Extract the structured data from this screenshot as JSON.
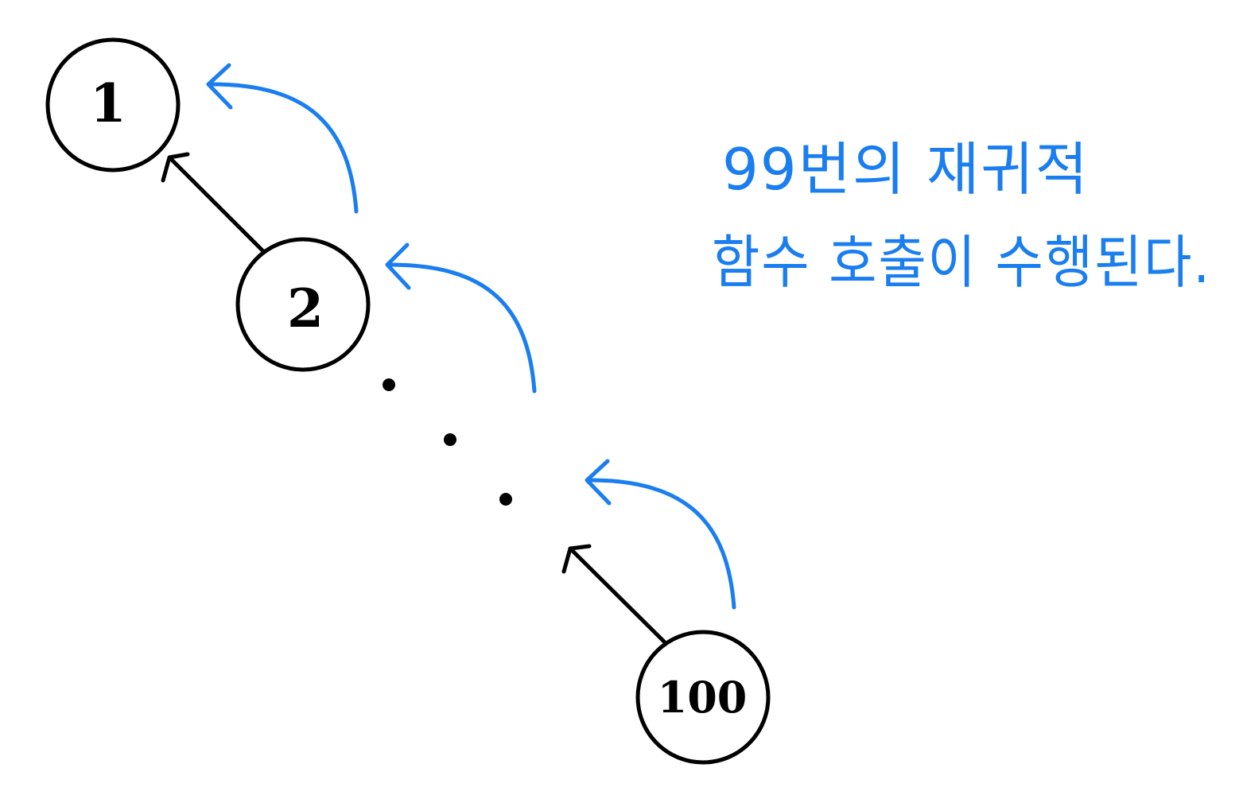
{
  "nodes": {
    "first": {
      "label": "1"
    },
    "second": {
      "label": "2"
    },
    "last": {
      "label": "100"
    }
  },
  "note": {
    "line1": "99번의 재귀적",
    "line2": "함수 호출이 수행된다."
  },
  "colors": {
    "ink": "#000000",
    "accent": "#1a7ef0",
    "background": "#ffffff"
  }
}
